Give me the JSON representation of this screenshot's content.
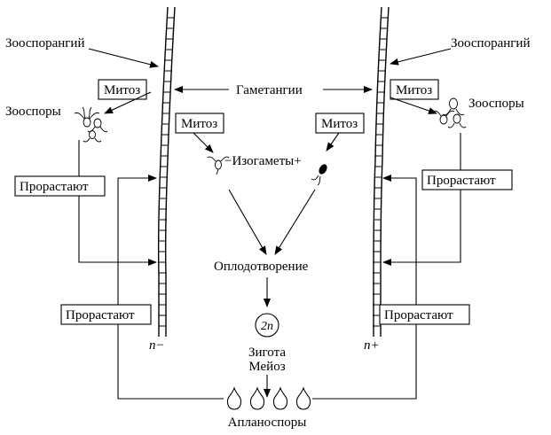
{
  "labels": {
    "zoosporangium_left": "Зооспорангий",
    "zoosporangium_right": "Зооспорангий",
    "mitosis_left_top": "Митоз",
    "mitosis_left_mid": "Митоз",
    "mitosis_right_top": "Митоз",
    "mitosis_right_mid": "Митоз",
    "zoospores_left": "Зооспоры",
    "zoospores_right": "Зооспоры",
    "gametangia": "Гаметангии",
    "isogametes": "−Изогаметы+",
    "germinate_left_top": "Прорастают",
    "germinate_right_top": "Прорастают",
    "germinate_left_bottom": "Прорастают",
    "germinate_right_bottom": "Прорастают",
    "fertilization": "Оплодотворение",
    "zygote_ploidy": "2n",
    "zygote": "Зигота",
    "meiosis": "Мейоз",
    "aplanospores": "Апланоспоры",
    "filament_left_sign": "n−",
    "filament_right_sign": "n+"
  }
}
